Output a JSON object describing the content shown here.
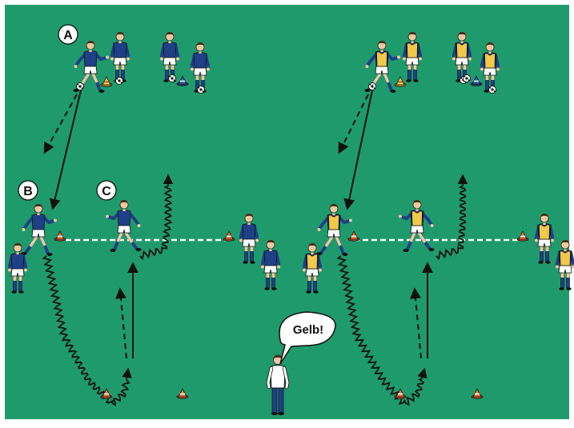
{
  "field": {
    "grass_color": "#1f9a6c",
    "border_color": "#ffffff",
    "line_color": "#ffffff"
  },
  "colors": {
    "shirt_blue": "#1f3f86",
    "shirt_blue_dark": "#142a5c",
    "shorts_white": "#ffffff",
    "bib_yellow": "#f2c84b",
    "skin": "#f0c8a0",
    "hair": "#4a2b16",
    "socks_blue": "#1f3f86",
    "cone_orange": "#e8743a",
    "cone_yellow": "#f2c84b",
    "cone_blue": "#3a5fb0",
    "arrow_black": "#111111",
    "coach_shirt": "#ffffff",
    "coach_trousers": "#1f3f86"
  },
  "labels": {
    "a": "A",
    "b": "B",
    "c": "C"
  },
  "coach": {
    "speech": "Gelb!",
    "icon": "coach-figure"
  },
  "icons": {
    "player": "player-figure",
    "cone": "cone-icon",
    "ball": "ball-icon"
  }
}
